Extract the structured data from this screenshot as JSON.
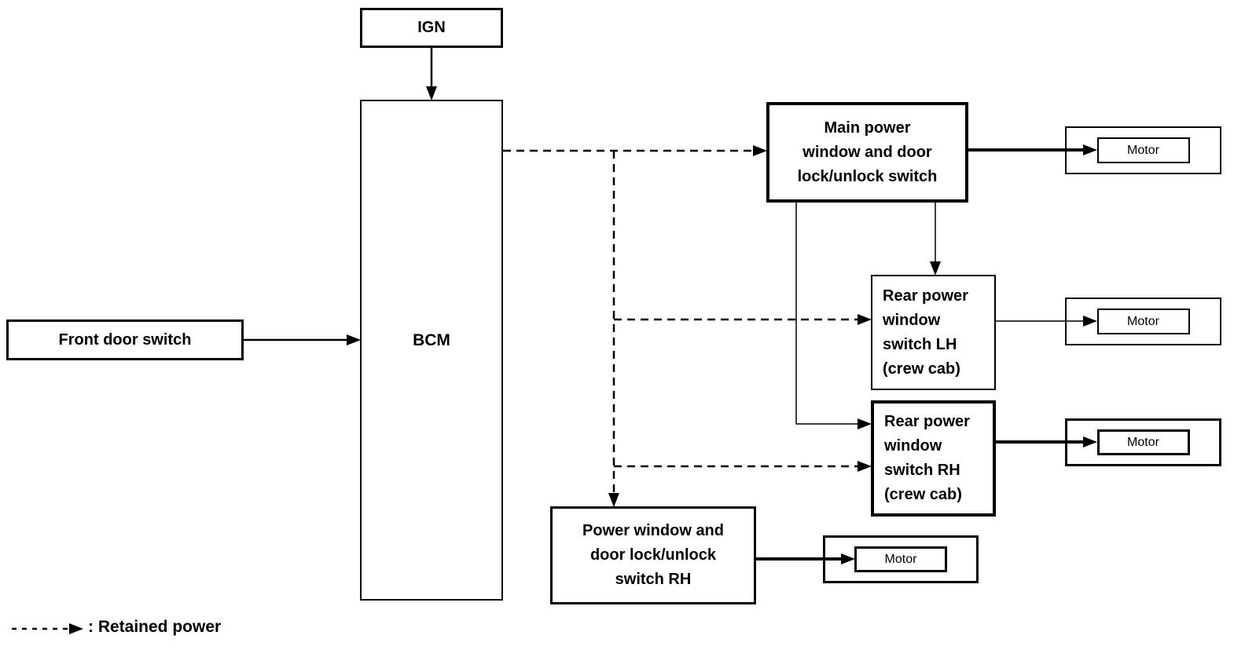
{
  "colors": {
    "line": "#000000",
    "background": "#ffffff"
  },
  "boxes": {
    "ign": {
      "label": "IGN"
    },
    "bcm": {
      "label": "BCM"
    },
    "front_door_switch": {
      "label": "Front door switch"
    },
    "main_switch": {
      "label": "Main power\nwindow and door\nlock/unlock switch"
    },
    "rear_switch_lh": {
      "label": "Rear power\nwindow\nswitch LH\n(crew cab)"
    },
    "rear_switch_rh": {
      "label": "Rear power\nwindow\nswitch RH\n(crew cab)"
    },
    "pw_door_lock_switch_rh": {
      "label": "Power window and\ndoor lock/unlock\nswitch RH"
    }
  },
  "motors": [
    {
      "label": "Motor"
    },
    {
      "label": "Motor"
    },
    {
      "label": "Motor"
    },
    {
      "label": "Motor"
    }
  ],
  "legend": {
    "label": ": Retained power",
    "line_style": "dashed-arrow"
  }
}
